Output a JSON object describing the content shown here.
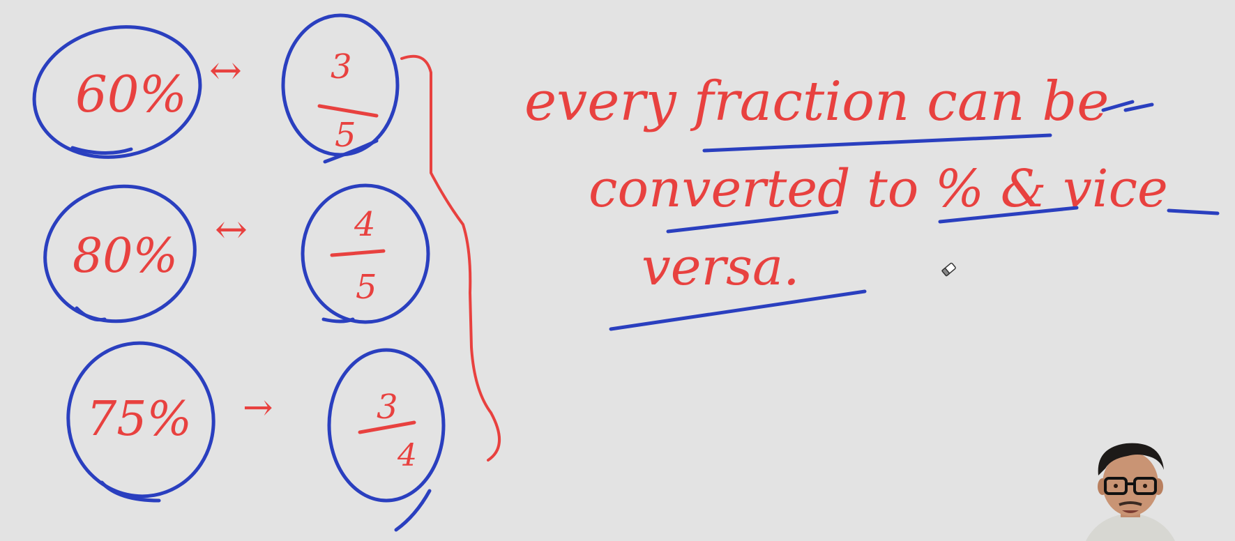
{
  "colors": {
    "board": "#e3e3e3",
    "red_ink": "#e8413f",
    "blue_ink": "#2a3fbf"
  },
  "pairs": [
    {
      "percent": "60%",
      "numerator": "3",
      "denominator": "5",
      "arrow": "↔"
    },
    {
      "percent": "80%",
      "numerator": "4",
      "denominator": "5",
      "arrow": "↔"
    },
    {
      "percent": "75%",
      "numerator": "3",
      "denominator": "4",
      "arrow": "→"
    }
  ],
  "note": {
    "line1": "every fraction can be",
    "line2": "converted to % & vice",
    "line3": "versa."
  },
  "icons": {
    "cursor": "pen-eraser-cursor-icon",
    "presenter": "presenter-webcam-icon"
  }
}
